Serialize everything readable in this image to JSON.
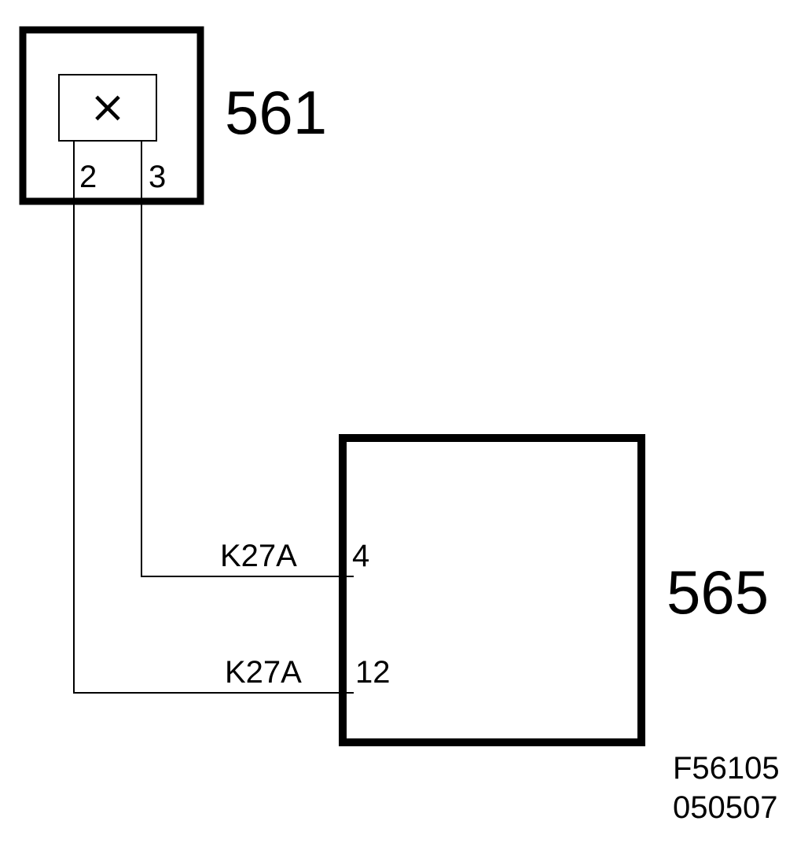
{
  "components": {
    "c561": {
      "label": "561",
      "symbol": "×"
    },
    "c565": {
      "label": "565"
    }
  },
  "pins": {
    "c561_pin_2": "2",
    "c561_pin_3": "3",
    "c565_pin_4": "4",
    "c565_pin_12": "12"
  },
  "wires": {
    "upper": {
      "code": "K27A"
    },
    "lower": {
      "code": "K27A"
    }
  },
  "reference": {
    "code": "F56105",
    "date": "050507"
  },
  "colors": {
    "ink": "#000000",
    "background": "#ffffff"
  }
}
